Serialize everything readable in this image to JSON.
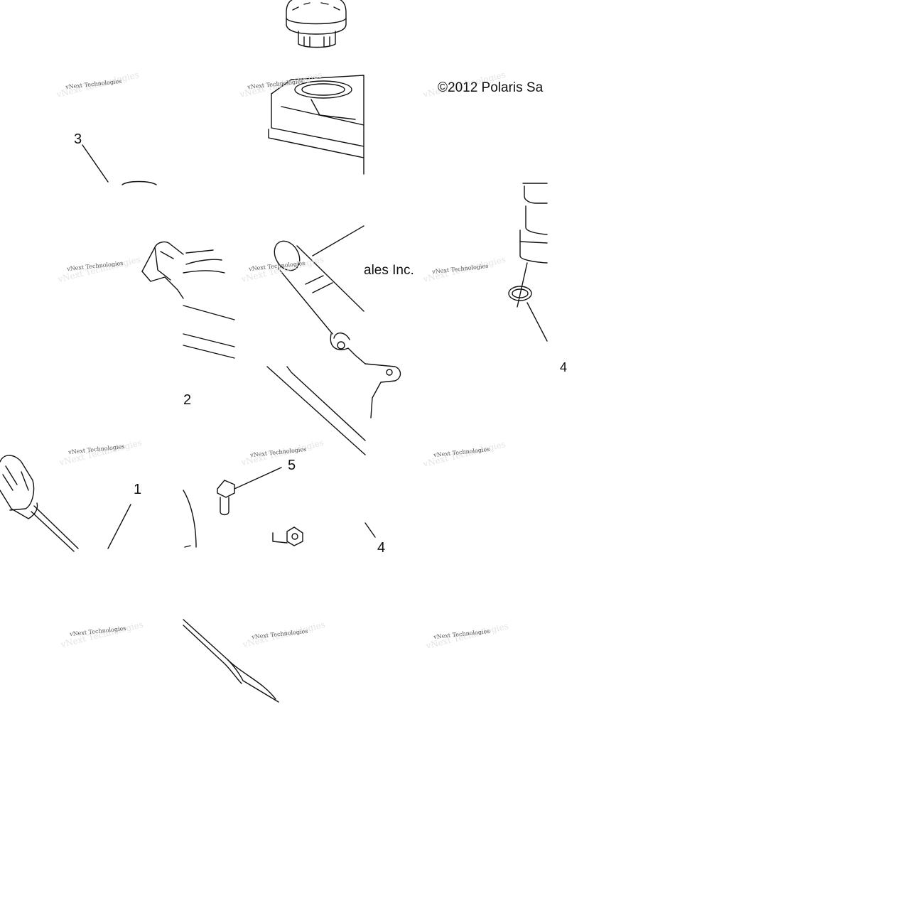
{
  "diagram": {
    "watermark": "vNext Technologies",
    "copyright_part1": "©2012 Polaris Sa",
    "copyright_part2": "ales Inc.",
    "callouts": {
      "c1": "1",
      "c2": "2",
      "c3": "3",
      "c4a": "4",
      "c4b": "4",
      "c5": "5"
    }
  },
  "colors": {
    "line": "#111111",
    "background": "#ffffff"
  }
}
